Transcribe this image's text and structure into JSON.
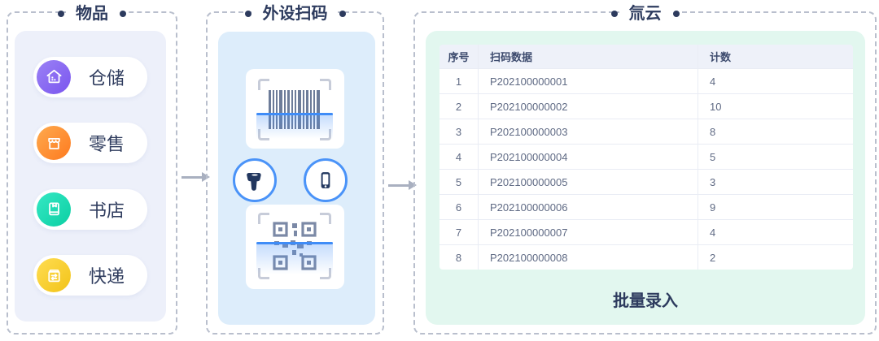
{
  "panels": {
    "items": {
      "title": "物品",
      "list": [
        {
          "label": "仓储",
          "icon": "warehouse-icon",
          "gradient_from": "#9b82f5",
          "gradient_to": "#7a55ef"
        },
        {
          "label": "零售",
          "icon": "storefront-icon",
          "gradient_from": "#ffaa4e",
          "gradient_to": "#fd7a1f"
        },
        {
          "label": "书店",
          "icon": "book-icon",
          "gradient_from": "#35e8c4",
          "gradient_to": "#0bcfa3"
        },
        {
          "label": "快递",
          "icon": "parcel-exchange-icon",
          "gradient_from": "#ffdd52",
          "gradient_to": "#f2c318"
        }
      ]
    },
    "scan": {
      "title": "外设扫码",
      "graphics": [
        "barcode-scan-graphic",
        "qrcode-scan-graphic"
      ],
      "devices": [
        "scanner-gun-icon",
        "smartphone-icon"
      ]
    },
    "cloud": {
      "title": "氚云",
      "table": {
        "columns": [
          "序号",
          "扫码数据",
          "计数"
        ],
        "rows": [
          [
            "1",
            "P202100000001",
            "4"
          ],
          [
            "2",
            "P202100000002",
            "10"
          ],
          [
            "3",
            "P202100000003",
            "8"
          ],
          [
            "4",
            "P202100000004",
            "5"
          ],
          [
            "5",
            "P202100000005",
            "3"
          ],
          [
            "6",
            "P202100000006",
            "9"
          ],
          [
            "7",
            "P202100000007",
            "4"
          ],
          [
            "8",
            "P202100000008",
            "2"
          ]
        ]
      },
      "footer_label": "批量录入"
    }
  },
  "colors": {
    "title_navy": "#2d3b5e",
    "dashed_border": "#b9bfcd",
    "items_panel_bg": "#edf0fa",
    "scan_panel_bg": "#ddedfb",
    "cloud_panel_bg": "#e2f7ef",
    "device_circle_border": "#4a93f8",
    "scan_line_blue": "#3f8cf7",
    "table_header_bg": "#eef1f9",
    "table_text": "#5f6a84",
    "arrow_gray": "#a9b0c0"
  }
}
